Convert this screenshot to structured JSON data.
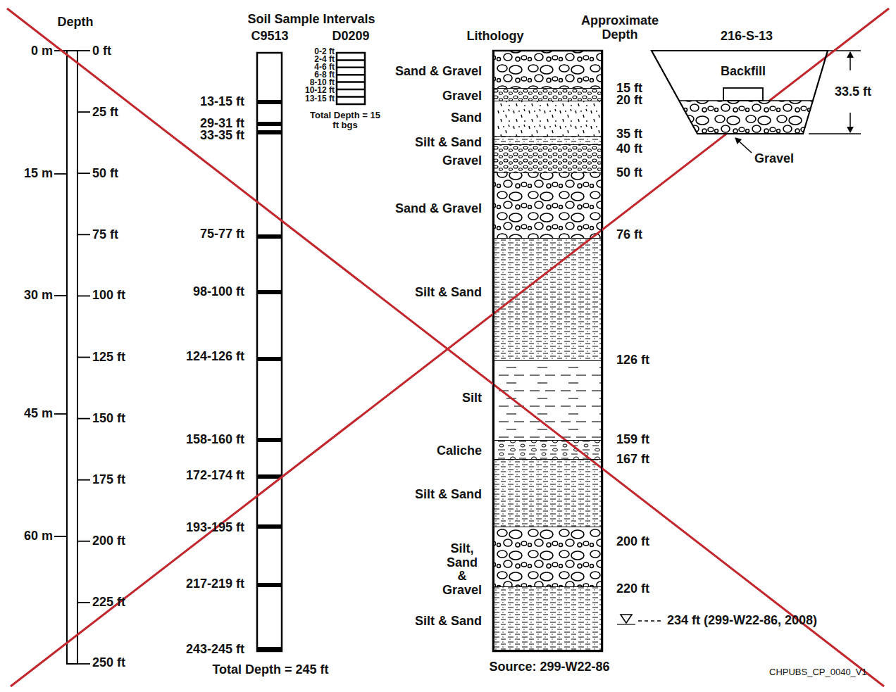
{
  "diagram": {
    "nodes": [
      {
        "text": [
          "Sand & Gravel"
        ]
      },
      {
        "text": [
          "Gravel"
        ]
      },
      {
        "text": [
          "Sand"
        ]
      },
      {
        "text": [
          "Silt & Sand"
        ]
      },
      {
        "text": [
          "Gravel"
        ]
      },
      {
        "text": [
          "Sand & Gravel"
        ]
      },
      {
        "text": [
          "Silt & Sand"
        ]
      },
      {
        "text": [
          "Silt"
        ]
      },
      {
        "text": [
          "Caliche"
        ]
      },
      {
        "text": [
          "Silt & Sand"
        ]
      },
      {
        "text": [
          "Silt, Sand & Gravel"
        ]
      },
      {
        "text": [
          "Silt & Sand"
        ]
      },
      {
        "text": [
          "216-S-13",
          "Backfill"
        ]
      }
    ],
    "labels": [
      "Depth",
      "0 m",
      "15 m",
      "30 m",
      "45 m",
      "60 m",
      "0 ft",
      "25 ft",
      "50 ft",
      "75 ft",
      "100 ft",
      "125 ft",
      "150 ft",
      "175 ft",
      "200 ft",
      "225 ft",
      "250 ft",
      "Soil Sample Intervals",
      "C9513",
      "D0209",
      "13-15 ft",
      "29-31 ft",
      "33-35 ft",
      "75-77 ft",
      "98-100 ft",
      "124-126 ft",
      "158-160 ft",
      "172-174 ft",
      "193-195 ft",
      "217-219 ft",
      "243-245 ft",
      "Total Depth = 245 ft",
      "0-2 ft",
      "2-4 ft",
      "4-6 ft",
      "6-8 ft",
      "8-10 ft",
      "10-12 ft",
      "13-15 ft",
      "Total Depth = 15 ft bgs",
      "Lithology",
      "Approximate Depth",
      "15 ft",
      "20 ft",
      "35 ft",
      "40 ft",
      "50 ft",
      "76 ft",
      "126 ft",
      "159 ft",
      "167 ft",
      "200 ft",
      "220 ft",
      "234 ft (299-W22-86, 2008)",
      "Source: 299-W22-86",
      "Gravel",
      "33.5 ft",
      "CHPUBS_CP_0040_V1"
    ]
  }
}
